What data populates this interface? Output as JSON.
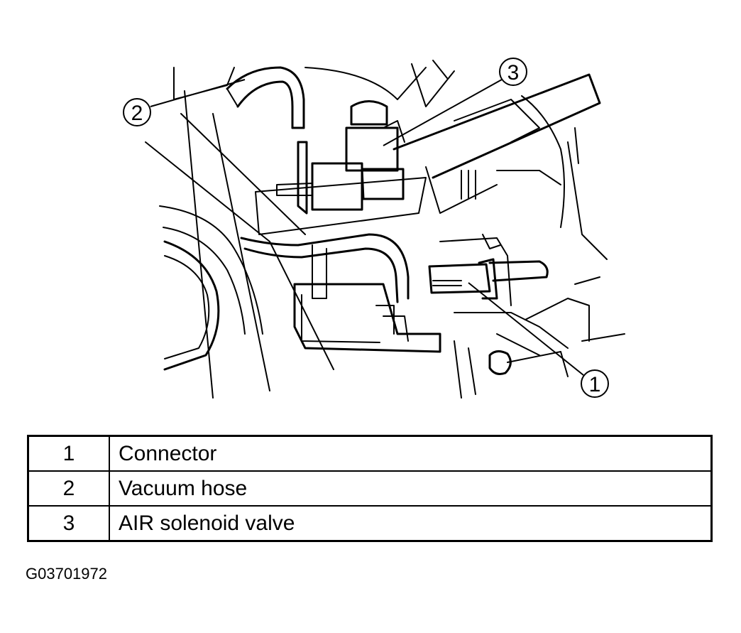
{
  "callouts": [
    "1",
    "2",
    "3"
  ],
  "legend": [
    {
      "number": "1",
      "label": "Connector"
    },
    {
      "number": "2",
      "label": "Vacuum hose"
    },
    {
      "number": "3",
      "label": "AIR solenoid valve"
    }
  ],
  "figure_id": "G03701972"
}
